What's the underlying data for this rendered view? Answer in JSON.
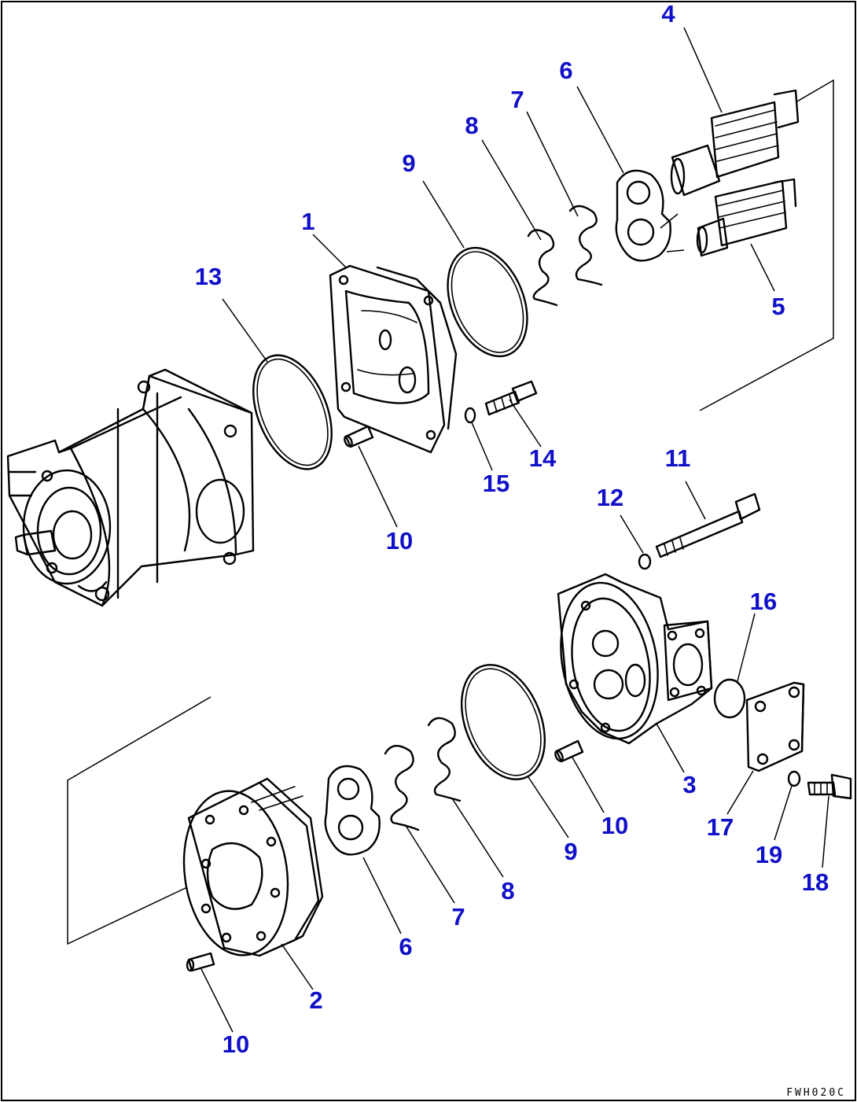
{
  "diagram": {
    "callout_color": "#1010c8",
    "line_color": "#000000",
    "background": "#ffffff",
    "drawing_code": "FWH020C",
    "callouts": [
      {
        "id": "c-4",
        "label": "4"
      },
      {
        "id": "c-6a",
        "label": "6"
      },
      {
        "id": "c-7a",
        "label": "7"
      },
      {
        "id": "c-8a",
        "label": "8"
      },
      {
        "id": "c-9a",
        "label": "9"
      },
      {
        "id": "c-1",
        "label": "1"
      },
      {
        "id": "c-13",
        "label": "13"
      },
      {
        "id": "c-5",
        "label": "5"
      },
      {
        "id": "c-14",
        "label": "14"
      },
      {
        "id": "c-15",
        "label": "15"
      },
      {
        "id": "c-10a",
        "label": "10"
      },
      {
        "id": "c-11",
        "label": "11"
      },
      {
        "id": "c-12",
        "label": "12"
      },
      {
        "id": "c-16",
        "label": "16"
      },
      {
        "id": "c-3",
        "label": "3"
      },
      {
        "id": "c-10b",
        "label": "10"
      },
      {
        "id": "c-17",
        "label": "17"
      },
      {
        "id": "c-19",
        "label": "19"
      },
      {
        "id": "c-18",
        "label": "18"
      },
      {
        "id": "c-9b",
        "label": "9"
      },
      {
        "id": "c-8b",
        "label": "8"
      },
      {
        "id": "c-7b",
        "label": "7"
      },
      {
        "id": "c-6b",
        "label": "6"
      },
      {
        "id": "c-2",
        "label": "2"
      },
      {
        "id": "c-10c",
        "label": "10"
      }
    ]
  }
}
